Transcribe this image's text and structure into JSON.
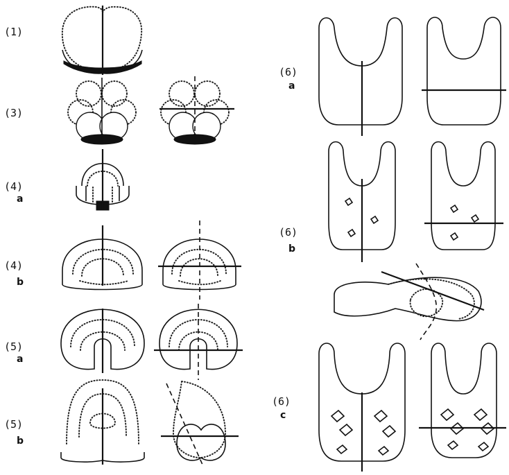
{
  "stages": [
    {
      "id": "s1",
      "label": "(1)",
      "sub": ""
    },
    {
      "id": "s3",
      "label": "(3)",
      "sub": ""
    },
    {
      "id": "s4a",
      "label": "(4)",
      "sub": "a"
    },
    {
      "id": "s4b",
      "label": "(4)",
      "sub": "b"
    },
    {
      "id": "s5a",
      "label": "(5)",
      "sub": "a"
    },
    {
      "id": "s5b",
      "label": "(5)",
      "sub": "b"
    },
    {
      "id": "s6a",
      "label": "(6)",
      "sub": "a"
    },
    {
      "id": "s6b",
      "label": "(6)",
      "sub": "b"
    },
    {
      "id": "s6c",
      "label": "(6)",
      "sub": "c"
    }
  ]
}
